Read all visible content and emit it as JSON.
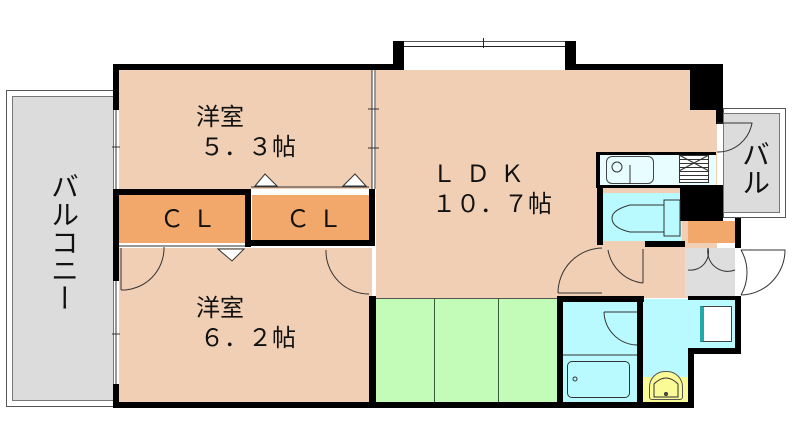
{
  "floorplan": {
    "rooms": [
      {
        "id": "western-room-1",
        "name": "洋室",
        "size": "5.3帖",
        "size_display": "５．３帖"
      },
      {
        "id": "western-room-2",
        "name": "洋室",
        "size": "6.2帖",
        "size_display": "６．２帖"
      },
      {
        "id": "ldk",
        "name": "ＬＤＫ",
        "size": "10.7帖",
        "size_display": "１０．７帖"
      },
      {
        "id": "closet-1",
        "name": "ＣＬ"
      },
      {
        "id": "closet-2",
        "name": "ＣＬ"
      },
      {
        "id": "balcony-main",
        "name": "バルコニー"
      },
      {
        "id": "balcony-small",
        "name": "バル"
      }
    ],
    "colors": {
      "room_floor": "#f0cfb4",
      "closet": "#f2a86b",
      "tatami": "#c2fcb8",
      "wet_area": "#b8faff",
      "balcony": "#dcdcdc",
      "wash_basin": "#fafa96",
      "wall": "#000000",
      "entrance": "#dedede"
    }
  }
}
